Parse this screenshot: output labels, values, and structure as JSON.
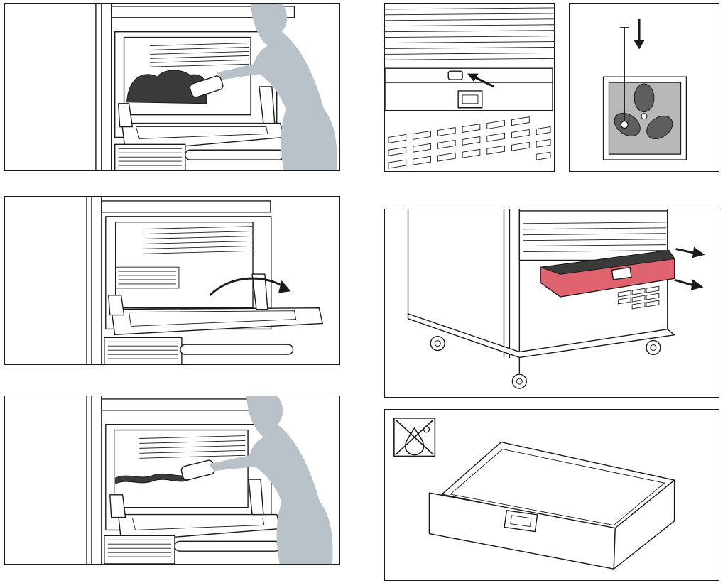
{
  "figure": {
    "panels": [
      {
        "id": "p1",
        "step": "brush-soot-from-hearth"
      },
      {
        "id": "p2",
        "step": "open-door-fully"
      },
      {
        "id": "p3",
        "step": "brush-remaining-residue"
      },
      {
        "id": "p4",
        "step": "push-ash-drawer-release"
      },
      {
        "id": "p5",
        "step": "poke-fan-with-rod"
      },
      {
        "id": "p6",
        "step": "pull-out-ash-drawer"
      },
      {
        "id": "p7",
        "step": "do-not-wash-drawer"
      }
    ],
    "colors": {
      "silhouette": "#b9c1c9",
      "ash_drawer_highlight": "#e06470",
      "soot": "#3a3a3a",
      "fan_housing": "#b8b8b8",
      "line": "#1a1a1a"
    },
    "icons": [
      "arrow-icon",
      "no-water-icon",
      "fan-icon",
      "brush-icon"
    ]
  }
}
